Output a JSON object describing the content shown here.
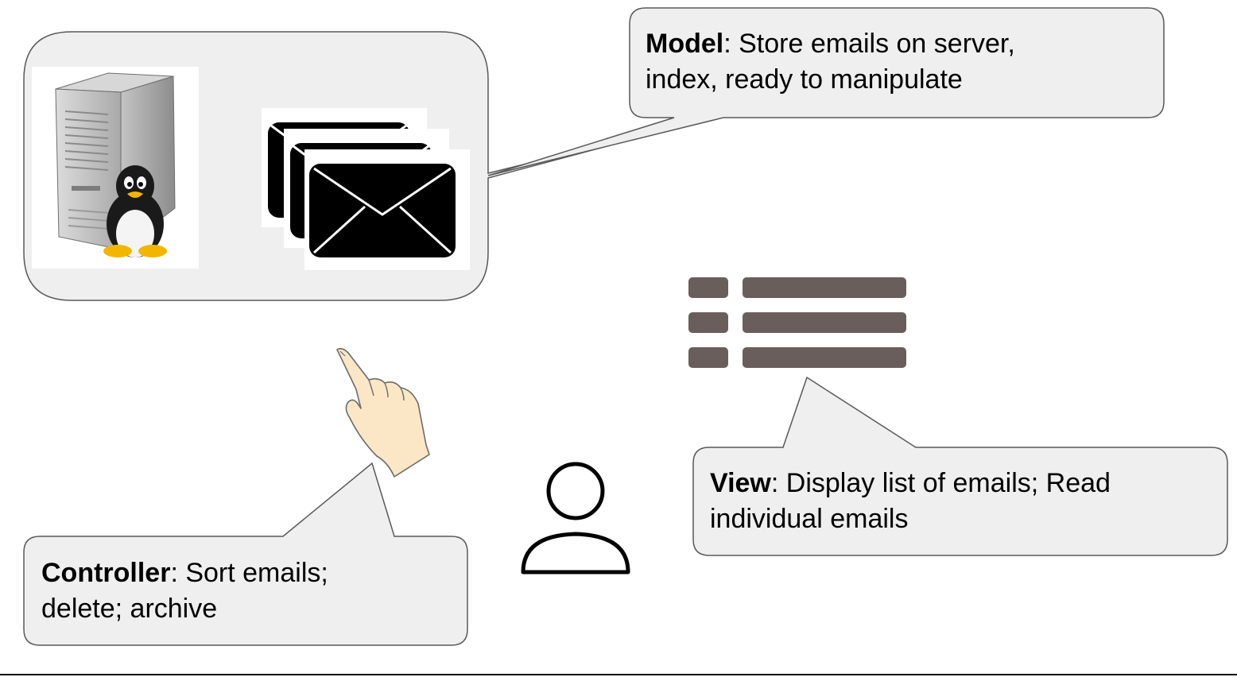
{
  "model": {
    "term": "Model",
    "line1_rest": ": Store emails on server,",
    "line2": "index, ready to manipulate"
  },
  "view": {
    "term": "View",
    "line1_rest": ": Display list of emails; Read",
    "line2": "individual emails"
  },
  "controller": {
    "term": "Controller",
    "line1_rest": ": Sort emails;",
    "line2": "delete; archive"
  },
  "icons": {
    "server": "linux-server-icon",
    "emails": "email-stack-icon",
    "list": "list-icon",
    "hand": "pointing-hand-icon",
    "user": "user-icon"
  },
  "colors": {
    "bubble_fill": "#efefef",
    "bubble_stroke": "#595959",
    "list_bar": "#6a5e5c",
    "envelope": "#000000",
    "skin": "#fbe7c6"
  }
}
